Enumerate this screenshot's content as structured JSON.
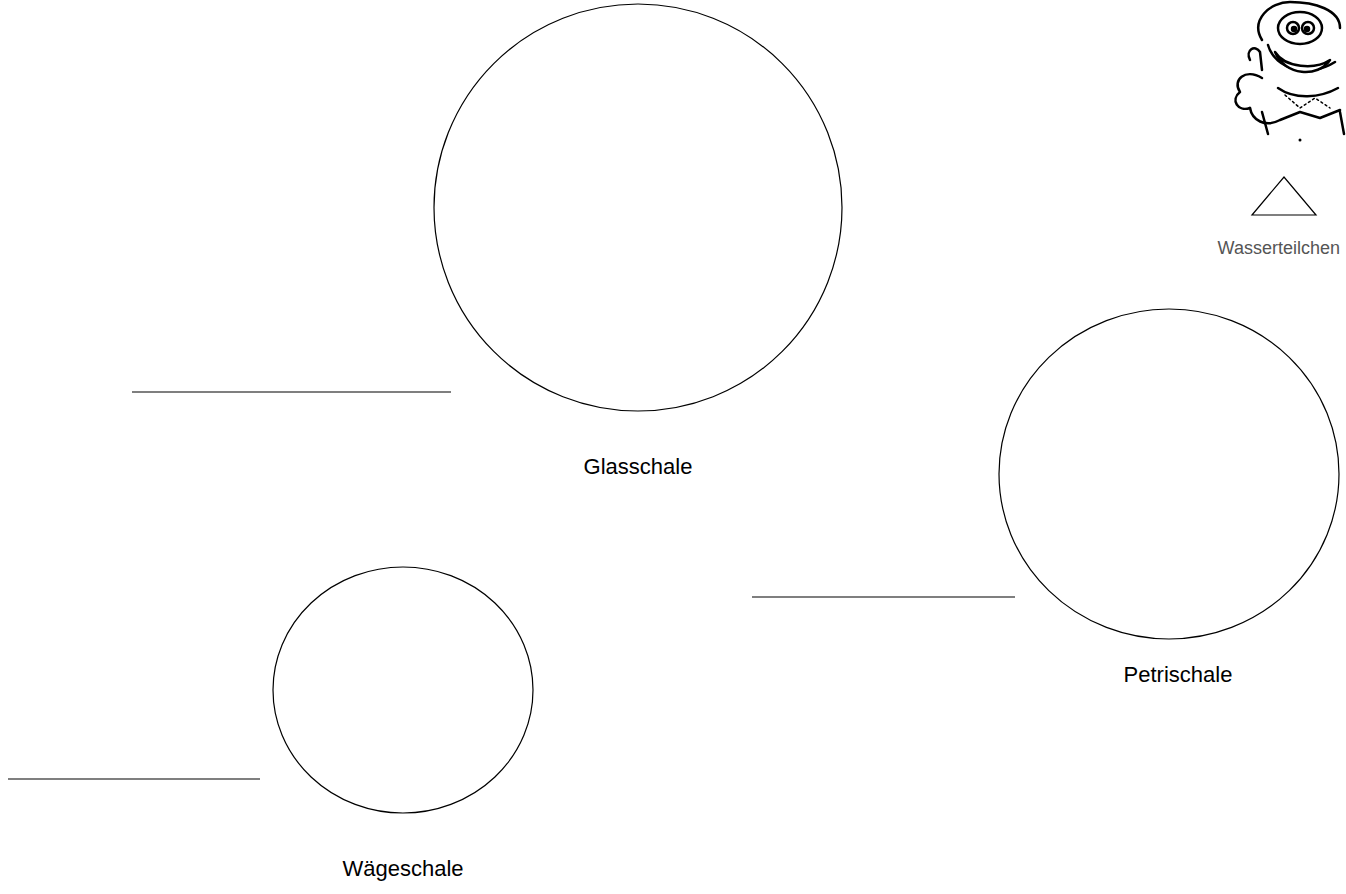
{
  "diagram": {
    "nodes": [
      {
        "text": [
          "Glasschale"
        ]
      },
      {
        "text": [
          "Petrischale"
        ]
      },
      {
        "text": [
          "Wägeschale"
        ]
      }
    ],
    "legend": [
      {
        "text": "Wasserteilchen"
      }
    ]
  }
}
